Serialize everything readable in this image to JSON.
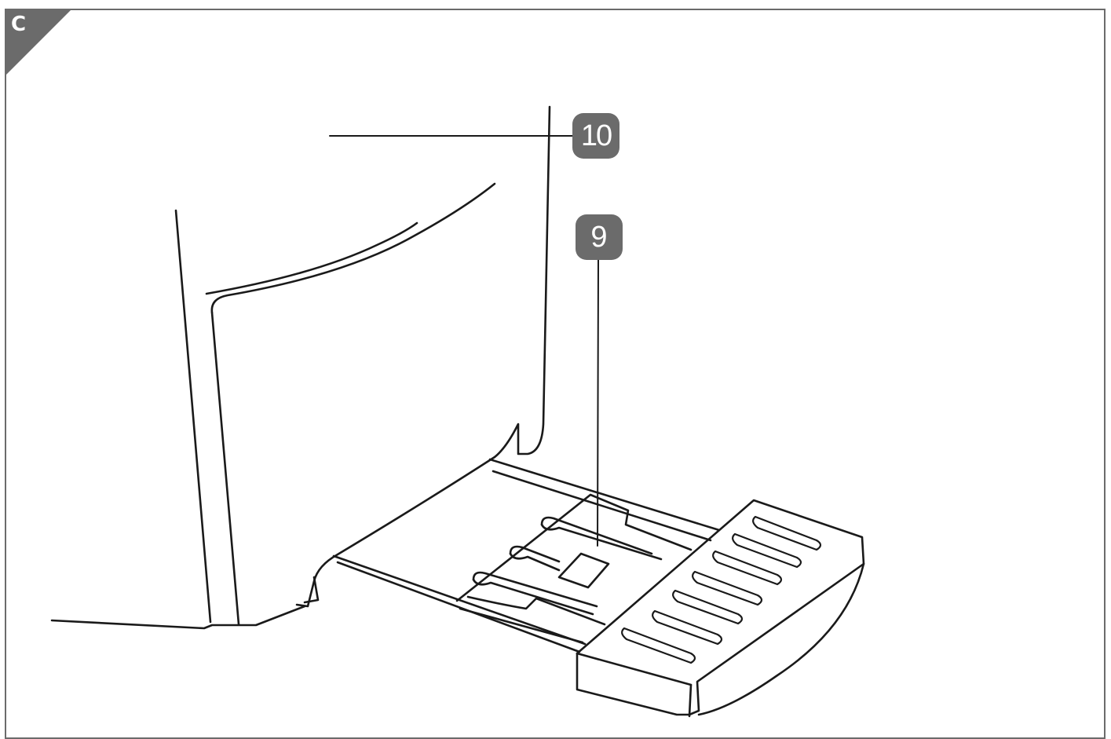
{
  "figure": {
    "panel_label": "C",
    "accent_color": "#6b6b6b",
    "callouts": [
      {
        "number": "10",
        "target": "appliance-housing"
      },
      {
        "number": "9",
        "target": "drip-tray"
      }
    ]
  }
}
